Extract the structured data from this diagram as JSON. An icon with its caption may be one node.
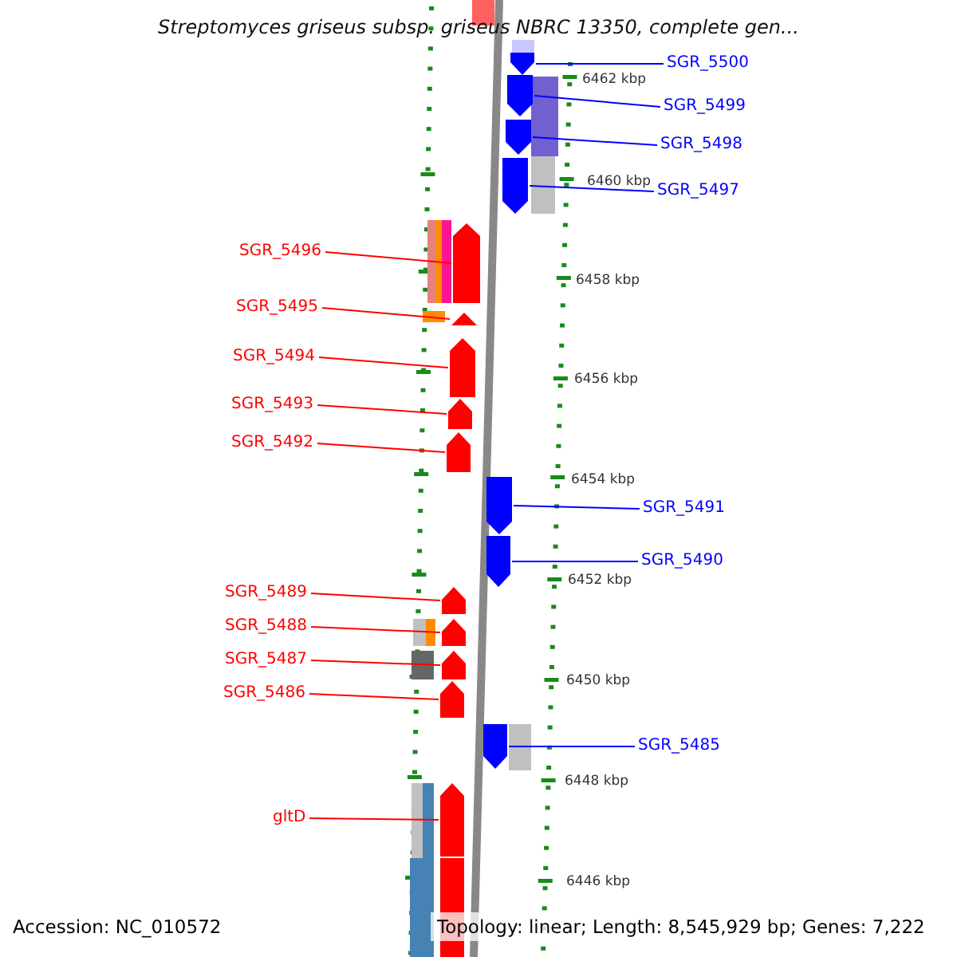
{
  "diagram": {
    "title": "Streptomyces griseus subsp. griseus NBRC 13350, complete gen...",
    "nodes": [
      {
        "text": [
          "SGR_5500"
        ]
      },
      {
        "text": [],
        "shape": "pentagon"
      },
      {
        "text": [
          "SGR_5499"
        ]
      },
      {
        "text": [],
        "shape": "pentagon"
      },
      {
        "text": [
          "SGR_5498"
        ]
      },
      {
        "text": [],
        "shape": "pentagon"
      },
      {
        "text": [
          "SGR_5497"
        ]
      },
      {
        "text": [],
        "shape": "pentagon"
      },
      {
        "text": [
          "SGR_5496"
        ]
      },
      {
        "text": [],
        "shape": "pentagon"
      },
      {
        "text": [
          "SGR_5495"
        ]
      },
      {
        "text": [],
        "shape": "pentagon"
      },
      {
        "text": [
          "SGR_5494"
        ]
      },
      {
        "text": [],
        "shape": "pentagon"
      },
      {
        "text": [
          "SGR_5493"
        ]
      },
      {
        "text": [],
        "shape": "pentagon"
      },
      {
        "text": [
          "SGR_5492"
        ]
      },
      {
        "text": [],
        "shape": "pentagon"
      },
      {
        "text": [
          "SGR_5491"
        ]
      },
      {
        "text": [],
        "shape": "pentagon"
      },
      {
        "text": [
          "SGR_5490"
        ]
      },
      {
        "text": [],
        "shape": "pentagon"
      },
      {
        "text": [
          "SGR_5489"
        ]
      },
      {
        "text": [],
        "shape": "pentagon"
      },
      {
        "text": [
          "SGR_5488"
        ]
      },
      {
        "text": [],
        "shape": "pentagon"
      },
      {
        "text": [
          "SGR_5487"
        ]
      },
      {
        "text": [],
        "shape": "pentagon"
      },
      {
        "text": [
          "SGR_5486"
        ]
      },
      {
        "text": [],
        "shape": "pentagon"
      },
      {
        "text": [
          "SGR_5485"
        ]
      },
      {
        "text": [],
        "shape": "pentagon"
      },
      {
        "text": [
          "gltD"
        ]
      },
      {
        "text": [],
        "shape": "pentagon"
      }
    ],
    "edges": [
      {
        "from": 0,
        "to": 1,
        "arrow": "none",
        "color": "#0000ff"
      },
      {
        "from": 2,
        "to": 3,
        "arrow": "none",
        "color": "#0000ff"
      },
      {
        "from": 4,
        "to": 5,
        "arrow": "none",
        "color": "#0000ff"
      },
      {
        "from": 6,
        "to": 7,
        "arrow": "none",
        "color": "#0000ff"
      },
      {
        "from": 8,
        "to": 9,
        "arrow": "none"
      },
      {
        "from": 10,
        "to": 11,
        "arrow": "none"
      },
      {
        "from": 12,
        "to": 13,
        "arrow": "none"
      },
      {
        "from": 14,
        "to": 15,
        "arrow": "none"
      },
      {
        "from": 16,
        "to": 17,
        "arrow": "none"
      },
      {
        "from": 18,
        "to": 19,
        "arrow": "none",
        "color": "#0000ff"
      },
      {
        "from": 20,
        "to": 21,
        "arrow": "none",
        "color": "#0000ff"
      },
      {
        "from": 22,
        "to": 23,
        "arrow": "none"
      },
      {
        "from": 24,
        "to": 25,
        "arrow": "none"
      },
      {
        "from": 26,
        "to": 27,
        "arrow": "none"
      },
      {
        "from": 28,
        "to": 29,
        "arrow": "none"
      },
      {
        "from": 30,
        "to": 31,
        "arrow": "none",
        "color": "#0000ff"
      },
      {
        "from": 32,
        "to": 33,
        "arrow": "none"
      }
    ],
    "labels": [
      "6462 kbp",
      "6460 kbp",
      "6458 kbp",
      "6456 kbp",
      "6454 kbp",
      "6452 kbp",
      "6450 kbp",
      "6448 kbp",
      "6446 kbp",
      "Accession: NC_010572",
      "Topology: linear; Length: 8,545,929 bp; Genes: 7,222"
    ]
  }
}
